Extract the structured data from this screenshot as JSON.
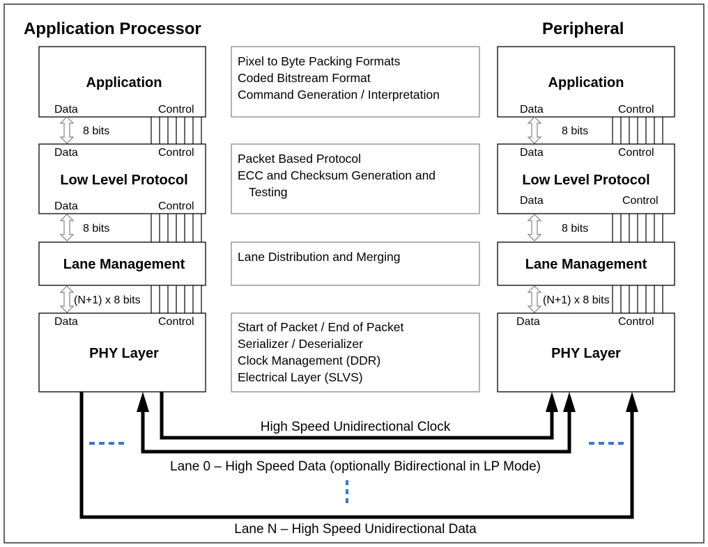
{
  "headers": {
    "left": "Application Processor",
    "right": "Peripheral"
  },
  "left": {
    "application": {
      "title": "Application",
      "data": "Data",
      "control": "Control"
    },
    "bus1": {
      "width": "8 bits"
    },
    "llp": {
      "title": "Low Level Protocol",
      "data_top": "Data",
      "control_top": "Control",
      "data_bottom": "Data",
      "control_bottom": "Control"
    },
    "bus2": {
      "width": "8 bits"
    },
    "lane": {
      "title": "Lane Management"
    },
    "bus3": {
      "width": "(N+1) x 8 bits"
    },
    "phy": {
      "title": "PHY Layer",
      "data": "Data",
      "control": "Control"
    }
  },
  "right": {
    "application": {
      "title": "Application",
      "data": "Data",
      "control": "Control"
    },
    "bus1": {
      "width": "8 bits"
    },
    "llp": {
      "title": "Low Level Protocol",
      "data_top": "Data",
      "control_top": "Control",
      "data_bottom": "Data",
      "control_bottom": "Control"
    },
    "bus2": {
      "width": "8 bits"
    },
    "lane": {
      "title": "Lane Management"
    },
    "bus3": {
      "width": "(N+1) x 8 bits"
    },
    "phy": {
      "title": "PHY Layer",
      "data": "Data",
      "control": "Control"
    }
  },
  "descriptions": {
    "application": [
      "Pixel to Byte Packing Formats",
      "Coded Bitstream Format",
      "Command Generation / Interpretation"
    ],
    "llp": [
      "Packet Based Protocol",
      "ECC and Checksum Generation and",
      "Testing"
    ],
    "lane": [
      "Lane Distribution and Merging"
    ],
    "phy": [
      "Start of Packet / End of Packet",
      "Serializer / Deserializer",
      "Clock Management (DDR)",
      "Electrical Layer (SLVS)"
    ]
  },
  "links": {
    "clock": "High Speed Unidirectional Clock",
    "lane0": "Lane 0 – High Speed Data (optionally Bidirectional in LP Mode)",
    "laneN": "Lane N – High Speed Unidirectional Data"
  },
  "colors": {
    "ellipsis": "#3a77c4",
    "line": "#000000",
    "arrow_outline": "#808080"
  }
}
